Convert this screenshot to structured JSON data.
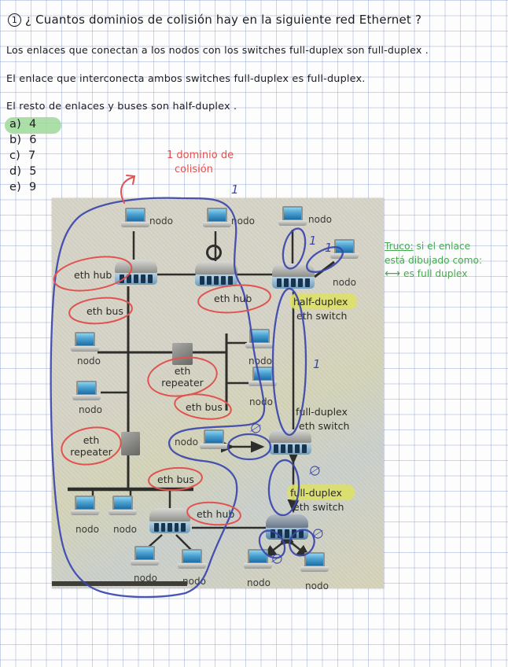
{
  "colors": {
    "pen_blue": "#3b47ad",
    "pen_red": "#e0534f",
    "pen_green": "#46a94c",
    "highlight_green": "#9ed899",
    "highlight_yellow": "#dde06a",
    "photo_bg": "#d6d3c7",
    "ink": "#1d1d20"
  },
  "question": {
    "number": "1",
    "text": "¿ Cuantos dominios de colisión hay en la siguiente red Ethernet ?"
  },
  "statements": [
    "Los enlaces que conectan a los nodos con los switches full-duplex son full-duplex .",
    "El enlace que interconecta ambos switches full-duplex es full-duplex.",
    "El resto de enlaces y buses son half-duplex ."
  ],
  "options": [
    {
      "letter": "a)",
      "value": "4"
    },
    {
      "letter": "b)",
      "value": "6"
    },
    {
      "letter": "c)",
      "value": "7"
    },
    {
      "letter": "d)",
      "value": "5"
    },
    {
      "letter": "e)",
      "value": "9"
    }
  ],
  "red_note": {
    "line1": "1 dominio de",
    "line2": "colisión"
  },
  "green_note": {
    "intro": "Truco:",
    "line1_rest": " si el enlace",
    "line2": "está dibujado como:",
    "arrow": "⟷",
    "line3_rest": " es full duplex"
  },
  "diagram": {
    "node_label": "nodo",
    "eth_hub": "eth hub",
    "eth_bus": "eth bus",
    "eth_repeater_line1": "eth",
    "eth_repeater_line2": "repeater",
    "half_duplex": "half-duplex",
    "full_duplex": "full-duplex",
    "eth_switch": "eth switch",
    "marks": {
      "collision_count": "1",
      "empty": "∅"
    }
  }
}
